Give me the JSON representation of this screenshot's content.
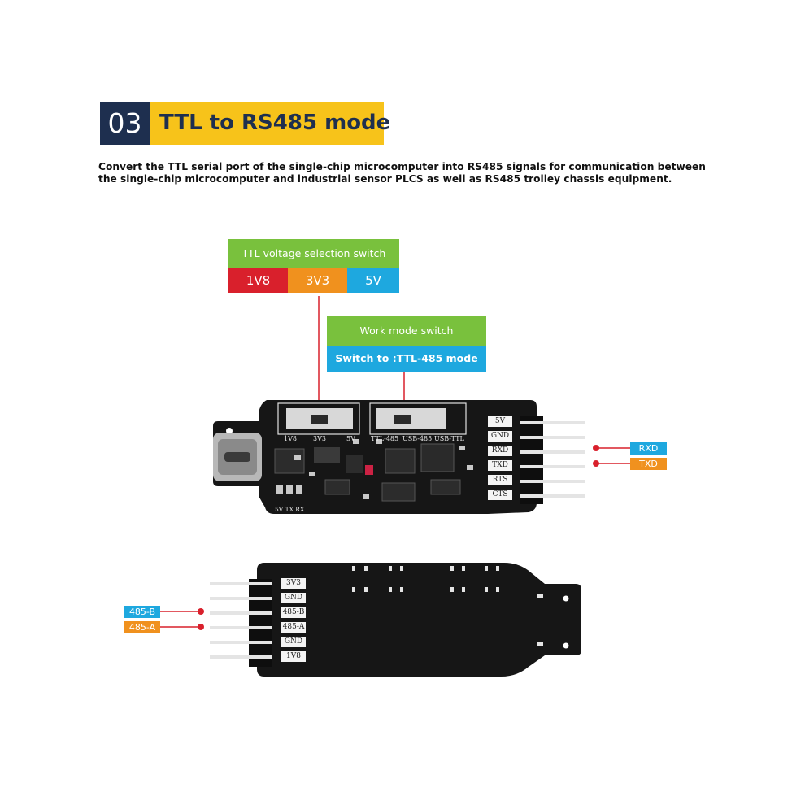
{
  "header": {
    "number": "03",
    "title": "TTL to RS485 mode",
    "description": "Convert the TTL serial port of the single-chip microcomputer into RS485 signals for communication between the single-chip microcomputer and industrial sensor PLCS as well as RS485 trolley chassis equipment."
  },
  "ttl_callout": {
    "title": "TTL voltage selection switch",
    "options": [
      "1V8",
      "3V3",
      "5V"
    ]
  },
  "work_callout": {
    "title": "Work mode switch",
    "subtitle": "Switch to :TTL-485 mode"
  },
  "board_top": {
    "switch1_labels": [
      "1V8",
      "3V3",
      "5V"
    ],
    "switch2_labels": [
      "TTL-485",
      "USB-485",
      "USB-TTL"
    ],
    "pin_labels": [
      "5V",
      "GND",
      "RXD",
      "TXD",
      "RTS",
      "CTS"
    ],
    "led_label": "5V TX RX",
    "tags": {
      "rxd": "RXD",
      "txd": "TXD"
    }
  },
  "board_bottom": {
    "pin_labels": [
      "3V3",
      "GND",
      "485-B",
      "485-A",
      "GND",
      "1V8"
    ],
    "tags": {
      "b": "485-B",
      "a": "485-A"
    }
  },
  "colors": {
    "navy": "#1e2f4f",
    "yellow": "#f7c31a",
    "green": "#79c13d",
    "red": "#d9202c",
    "orange": "#f0911e",
    "blue": "#1ea8df",
    "pcb": "#161616"
  }
}
